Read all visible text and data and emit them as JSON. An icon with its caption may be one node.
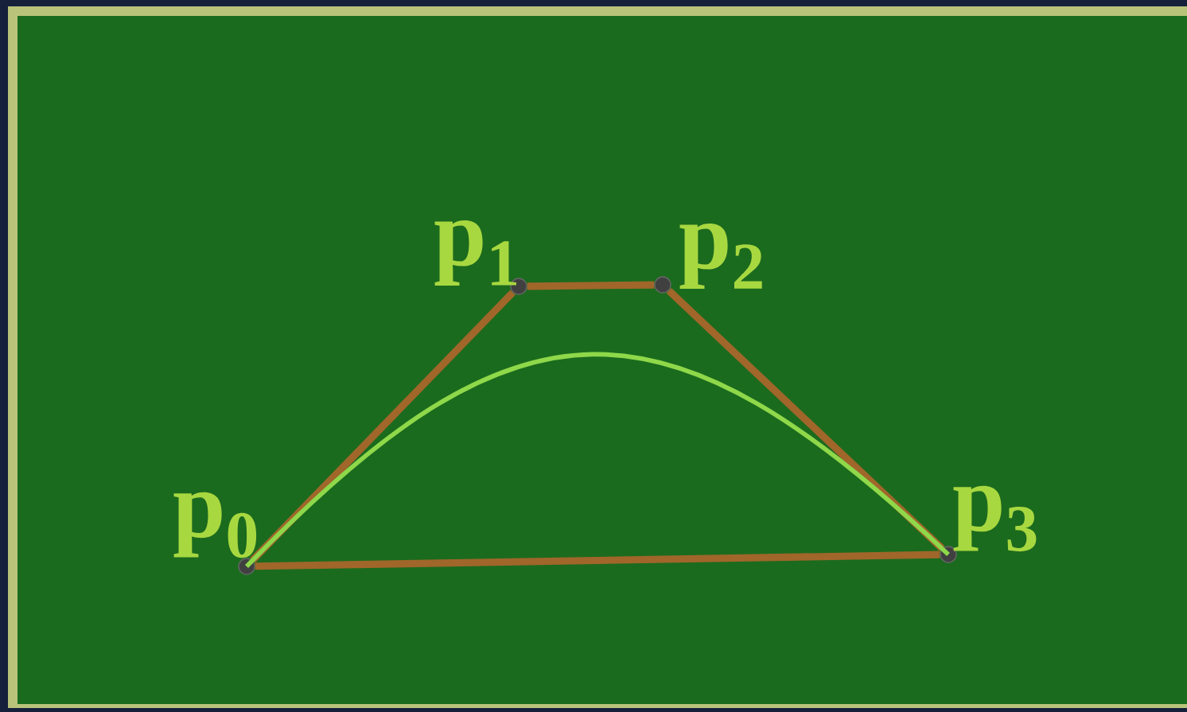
{
  "diagram": {
    "nodes": [
      {
        "text": [],
        "shape": "circle",
        "beside": [
          "p$_{0}$"
        ]
      },
      {
        "text": [],
        "shape": "circle",
        "beside": [
          "p$_{1}$"
        ]
      },
      {
        "text": [],
        "shape": "circle",
        "beside": [
          "p$_{2}$"
        ]
      },
      {
        "text": [],
        "shape": "circle",
        "beside": [
          "p$_{3}$"
        ]
      }
    ],
    "edges": [
      {
        "from": 0,
        "to": 1,
        "arrow": "none"
      },
      {
        "from": 1,
        "to": 2,
        "arrow": "none"
      },
      {
        "from": 2,
        "to": 3,
        "arrow": "none"
      },
      {
        "from": 3,
        "to": 0,
        "arrow": "none"
      },
      {
        "from": 0,
        "to": 3,
        "arrow": "none",
        "color": "#8ed84a"
      }
    ]
  }
}
